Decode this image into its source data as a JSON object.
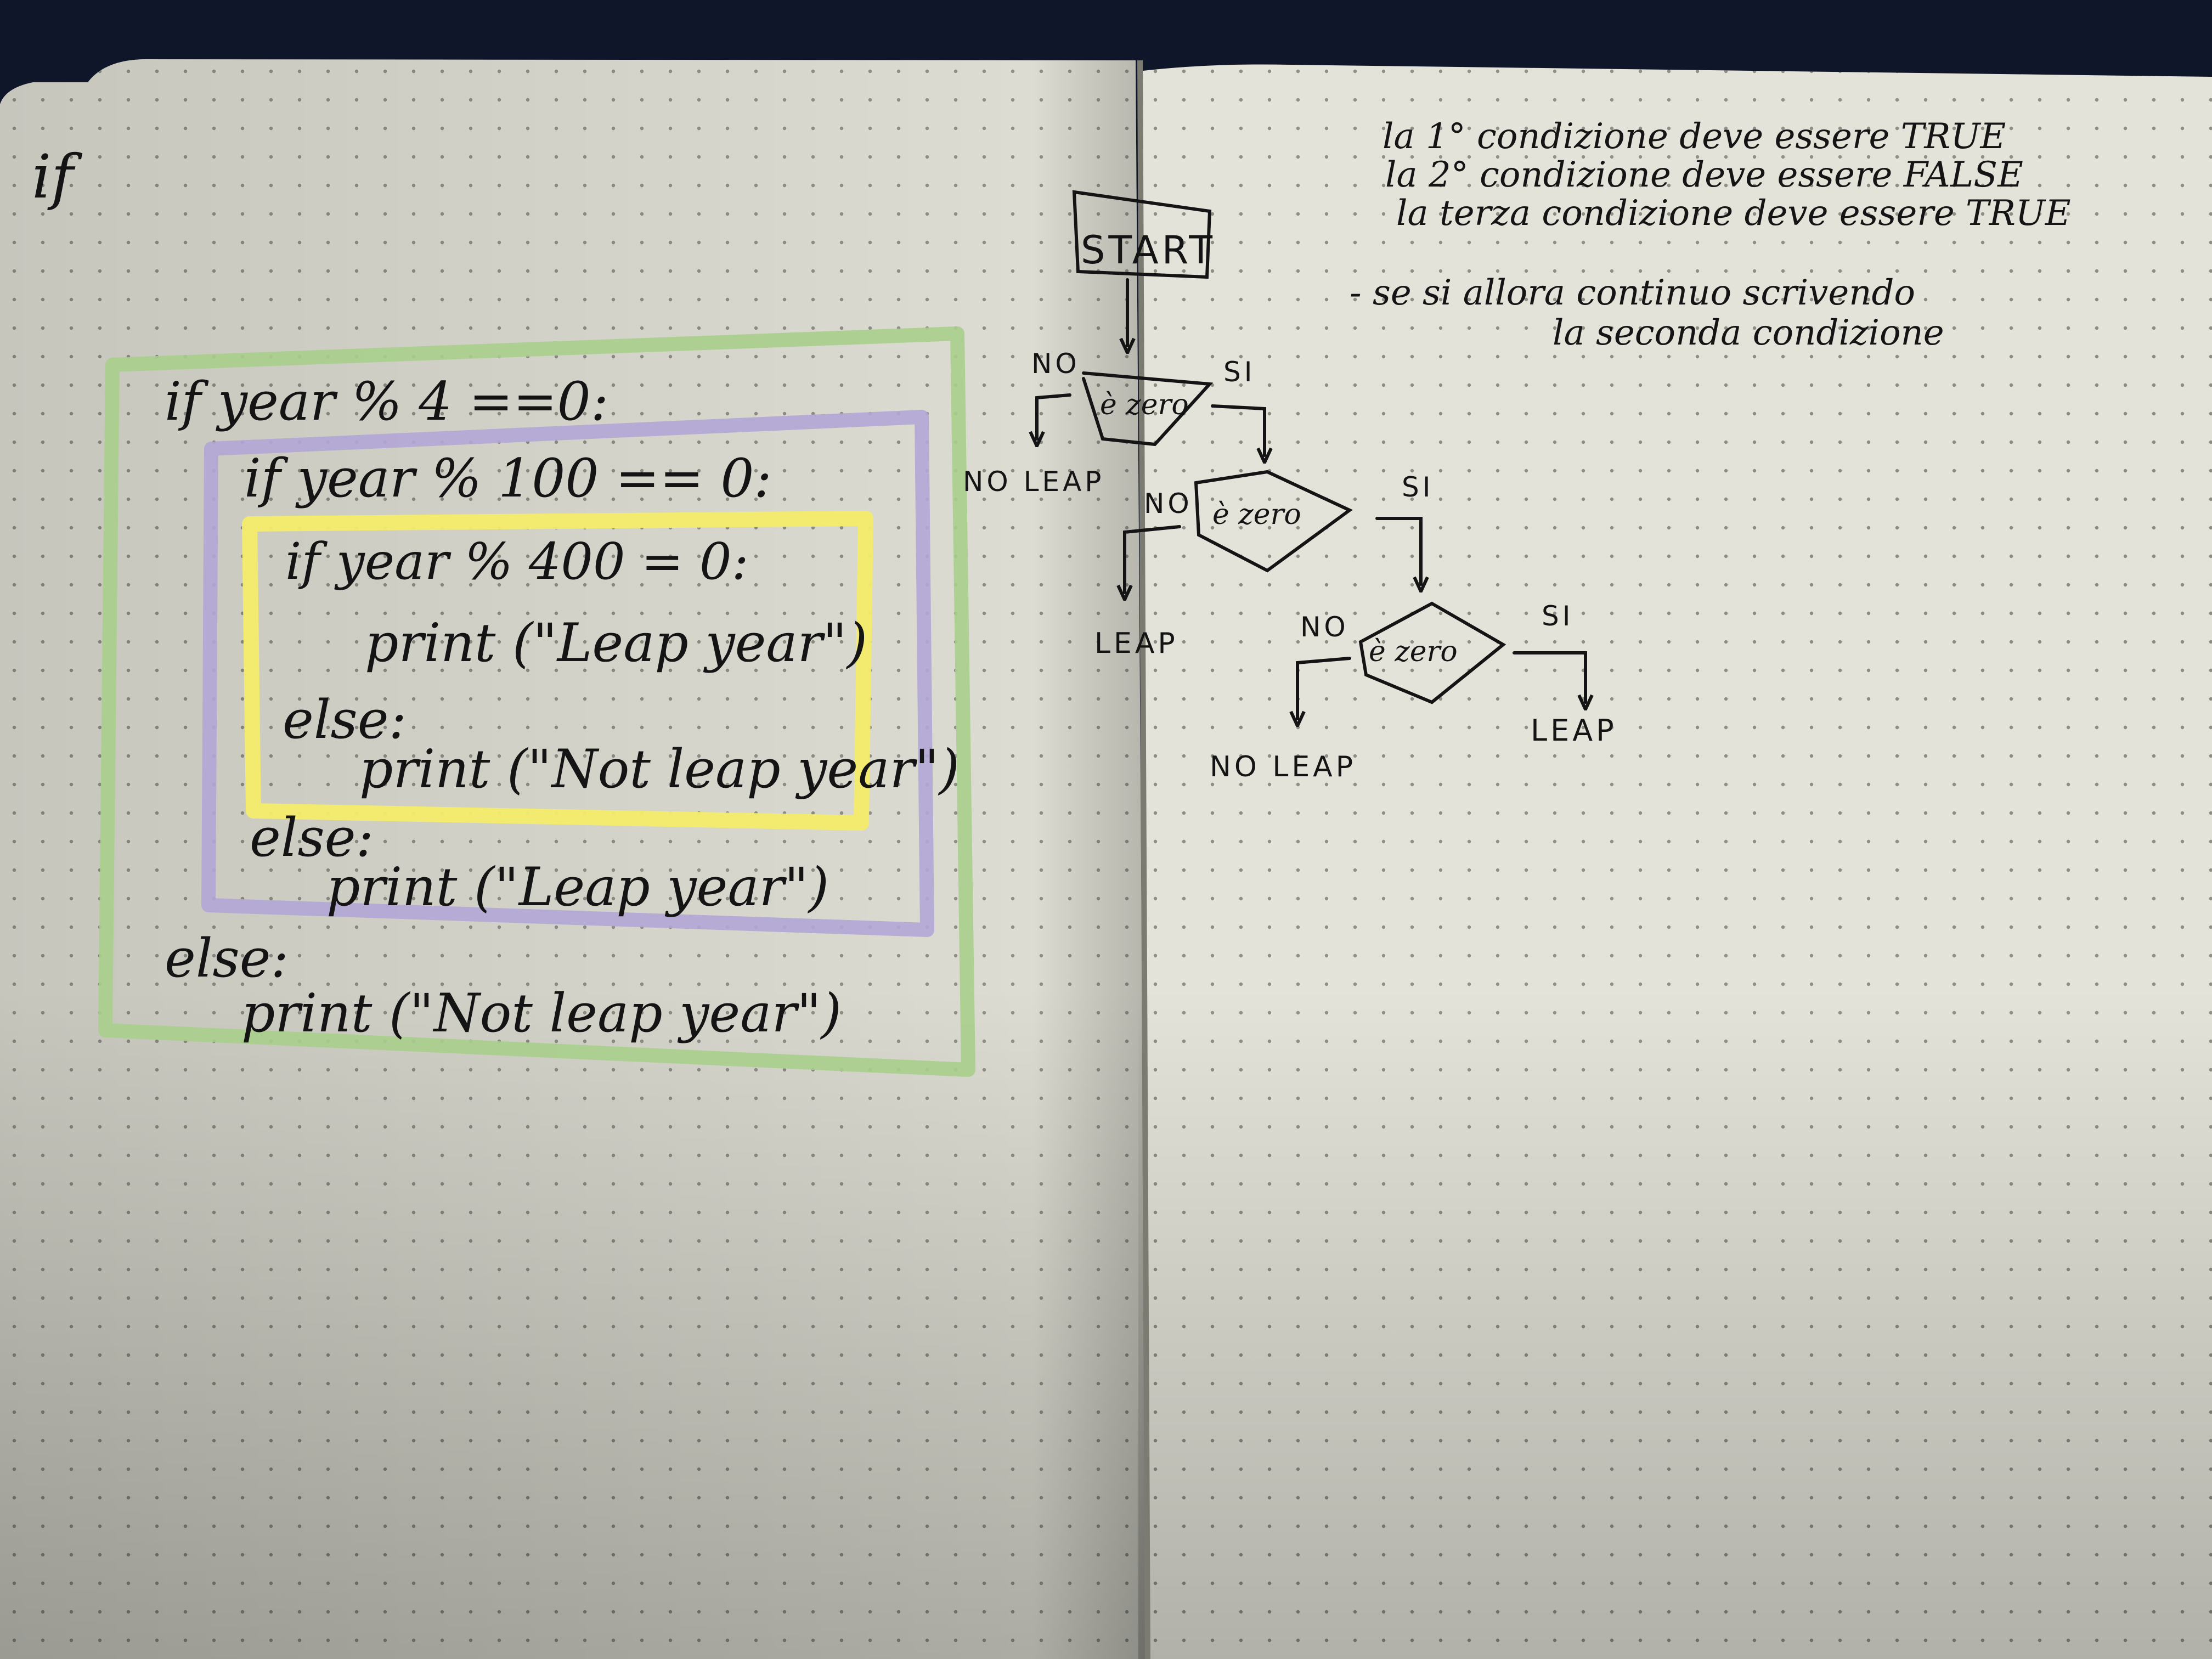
{
  "colors": {
    "background": "#10162a",
    "paper_left": "#dcdcd2",
    "paper_right": "#e3e3d9",
    "ink": "#141414",
    "box_outer": "#a9cf8c",
    "box_middle": "#b3a6d6",
    "box_inner": "#f3ec6a",
    "dot": "#8e8e86"
  },
  "left_page": {
    "heading": "if",
    "code": {
      "line1": "if year % 4 ==0:",
      "line2": "if year % 100 == 0:",
      "line3": "if year % 400 = 0:",
      "line4": "print (\"Leap year\")",
      "line5": "else:",
      "line6": "print (\"Not leap year\")",
      "line7": "else:",
      "line8": "print (\"Leap year\")",
      "line9": "else:",
      "line10": "print (\"Not leap year\")"
    }
  },
  "right_page": {
    "notes": {
      "line1": "la 1° condizione deve essere TRUE",
      "line2": "la 2° condizione deve essere FALSE",
      "line3": "la terza condizione deve essere TRUE",
      "bullet": "- se si allora continuo scrivendo",
      "bullet_cont": "la seconda condizione"
    },
    "flowchart": {
      "start": "START",
      "d1_label": "è zero",
      "d1_no": "NO",
      "d1_si": "SI",
      "d1_no_result": "NO LEAP",
      "d2_label": "è zero",
      "d2_no": "NO",
      "d2_si": "SI",
      "d2_no_result": "LEAP",
      "d3_label": "è zero",
      "d3_no": "NO",
      "d3_si": "SI",
      "d3_no_result": "NO LEAP",
      "d3_si_result": "LEAP"
    }
  }
}
